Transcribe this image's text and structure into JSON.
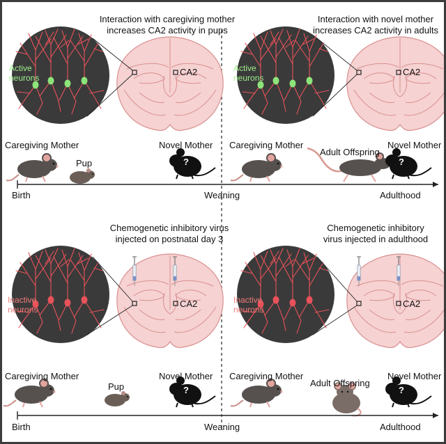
{
  "colors": {
    "circle_bg": "#3a3a3a",
    "neuron_red": "#e8525a",
    "active_green": "#8de47a",
    "brain_fill": "#f6d2d2",
    "mouse_brown": "#56514f",
    "novel_mother": "#111111",
    "timeline": "#222222"
  },
  "panels": {
    "top_left": {
      "heading": "Interaction with caregiving mother increases CA2 activity in pups",
      "neuron_label": "Active neurons",
      "ca2_label": "CA2"
    },
    "top_right": {
      "heading": "Interaction with novel mother increases CA2 activity in adults",
      "neuron_label": "Active neurons",
      "ca2_label": "CA2"
    },
    "bottom_left": {
      "heading": "Chemogenetic inhibitory virus injected on postnatal day 3",
      "neuron_label": "Inactive neurons",
      "ca2_label": "CA2"
    },
    "bottom_right": {
      "heading": "Chemogenetic inhibitory virus injected in adulthood",
      "neuron_label": "Inactive neurons",
      "ca2_label": "CA2"
    }
  },
  "timeline_top": {
    "caregiving_left": "Caregiving Mother",
    "pup": "Pup",
    "novel_left": "Novel Mother",
    "caregiving_right": "Caregiving Mother",
    "adult_offspring": "Adult Offspring",
    "novel_right": "Novel Mother",
    "birth": "Birth",
    "weaning": "Weaning",
    "adulthood": "Adulthood"
  },
  "timeline_bottom": {
    "caregiving_left": "Caregiving Mother",
    "pup": "Pup",
    "novel_left": "Novel Mother",
    "caregiving_right": "Caregiving Mother",
    "adult_offspring": "Adult Offspring",
    "novel_right": "Novel Mother",
    "birth": "Birth",
    "weaning": "Weaning",
    "adulthood": "Adulthood"
  },
  "question_mark": "?"
}
